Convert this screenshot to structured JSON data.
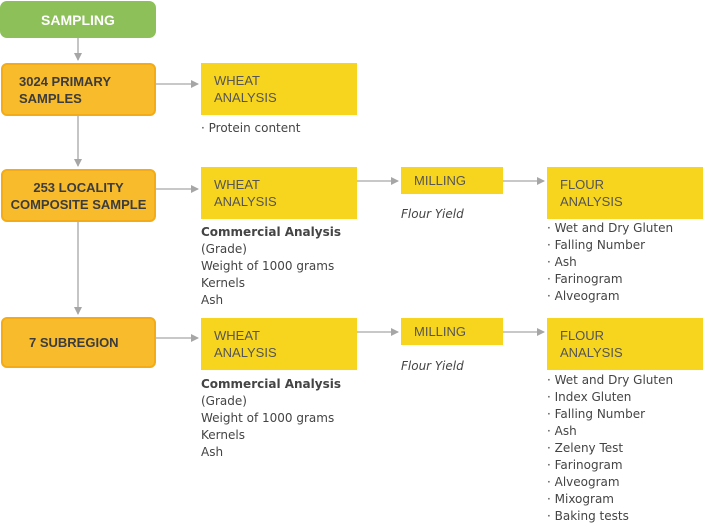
{
  "nodes": {
    "sampling": "SAMPLING",
    "primary": [
      "3024  PRIMARY",
      "SAMPLES"
    ],
    "locality": [
      "253 LOCALITY",
      "COMPOSITE SAMPLE"
    ],
    "subregion": "7 SUBREGION",
    "wheat_analysis": [
      "WHEAT",
      "ANALYSIS"
    ],
    "milling": "MILLING",
    "flour_analysis": [
      "FLOUR",
      "ANALYSIS"
    ]
  },
  "row1": {
    "wheat_items": [
      "· Protein content"
    ]
  },
  "row2": {
    "wheat_title": "Commercial Analysis",
    "wheat_items": [
      "(Grade)",
      "Weight of 1000 grams",
      "Kernels",
      "Ash"
    ],
    "milling_note": "Flour Yield",
    "flour_items": [
      "· Wet and Dry Gluten",
      "· Falling Number",
      "· Ash",
      "· Farinogram",
      "· Alveogram"
    ]
  },
  "row3": {
    "wheat_title": "Commercial Analysis",
    "wheat_items": [
      "(Grade)",
      "Weight of 1000 grams",
      "Kernels",
      "Ash"
    ],
    "milling_note": "Flour Yield",
    "flour_items": [
      "· Wet and Dry Gluten",
      "· Index Gluten",
      "· Falling Number",
      "· Ash",
      "· Zeleny Test",
      "· Farinogram",
      "· Alveogram",
      "· Mixogram",
      "· Baking tests"
    ]
  },
  "colors": {
    "green": "#8dc059",
    "orange": "#f7bb2c",
    "yellow": "#f7d51f",
    "arrow": "#a6a6a6"
  }
}
